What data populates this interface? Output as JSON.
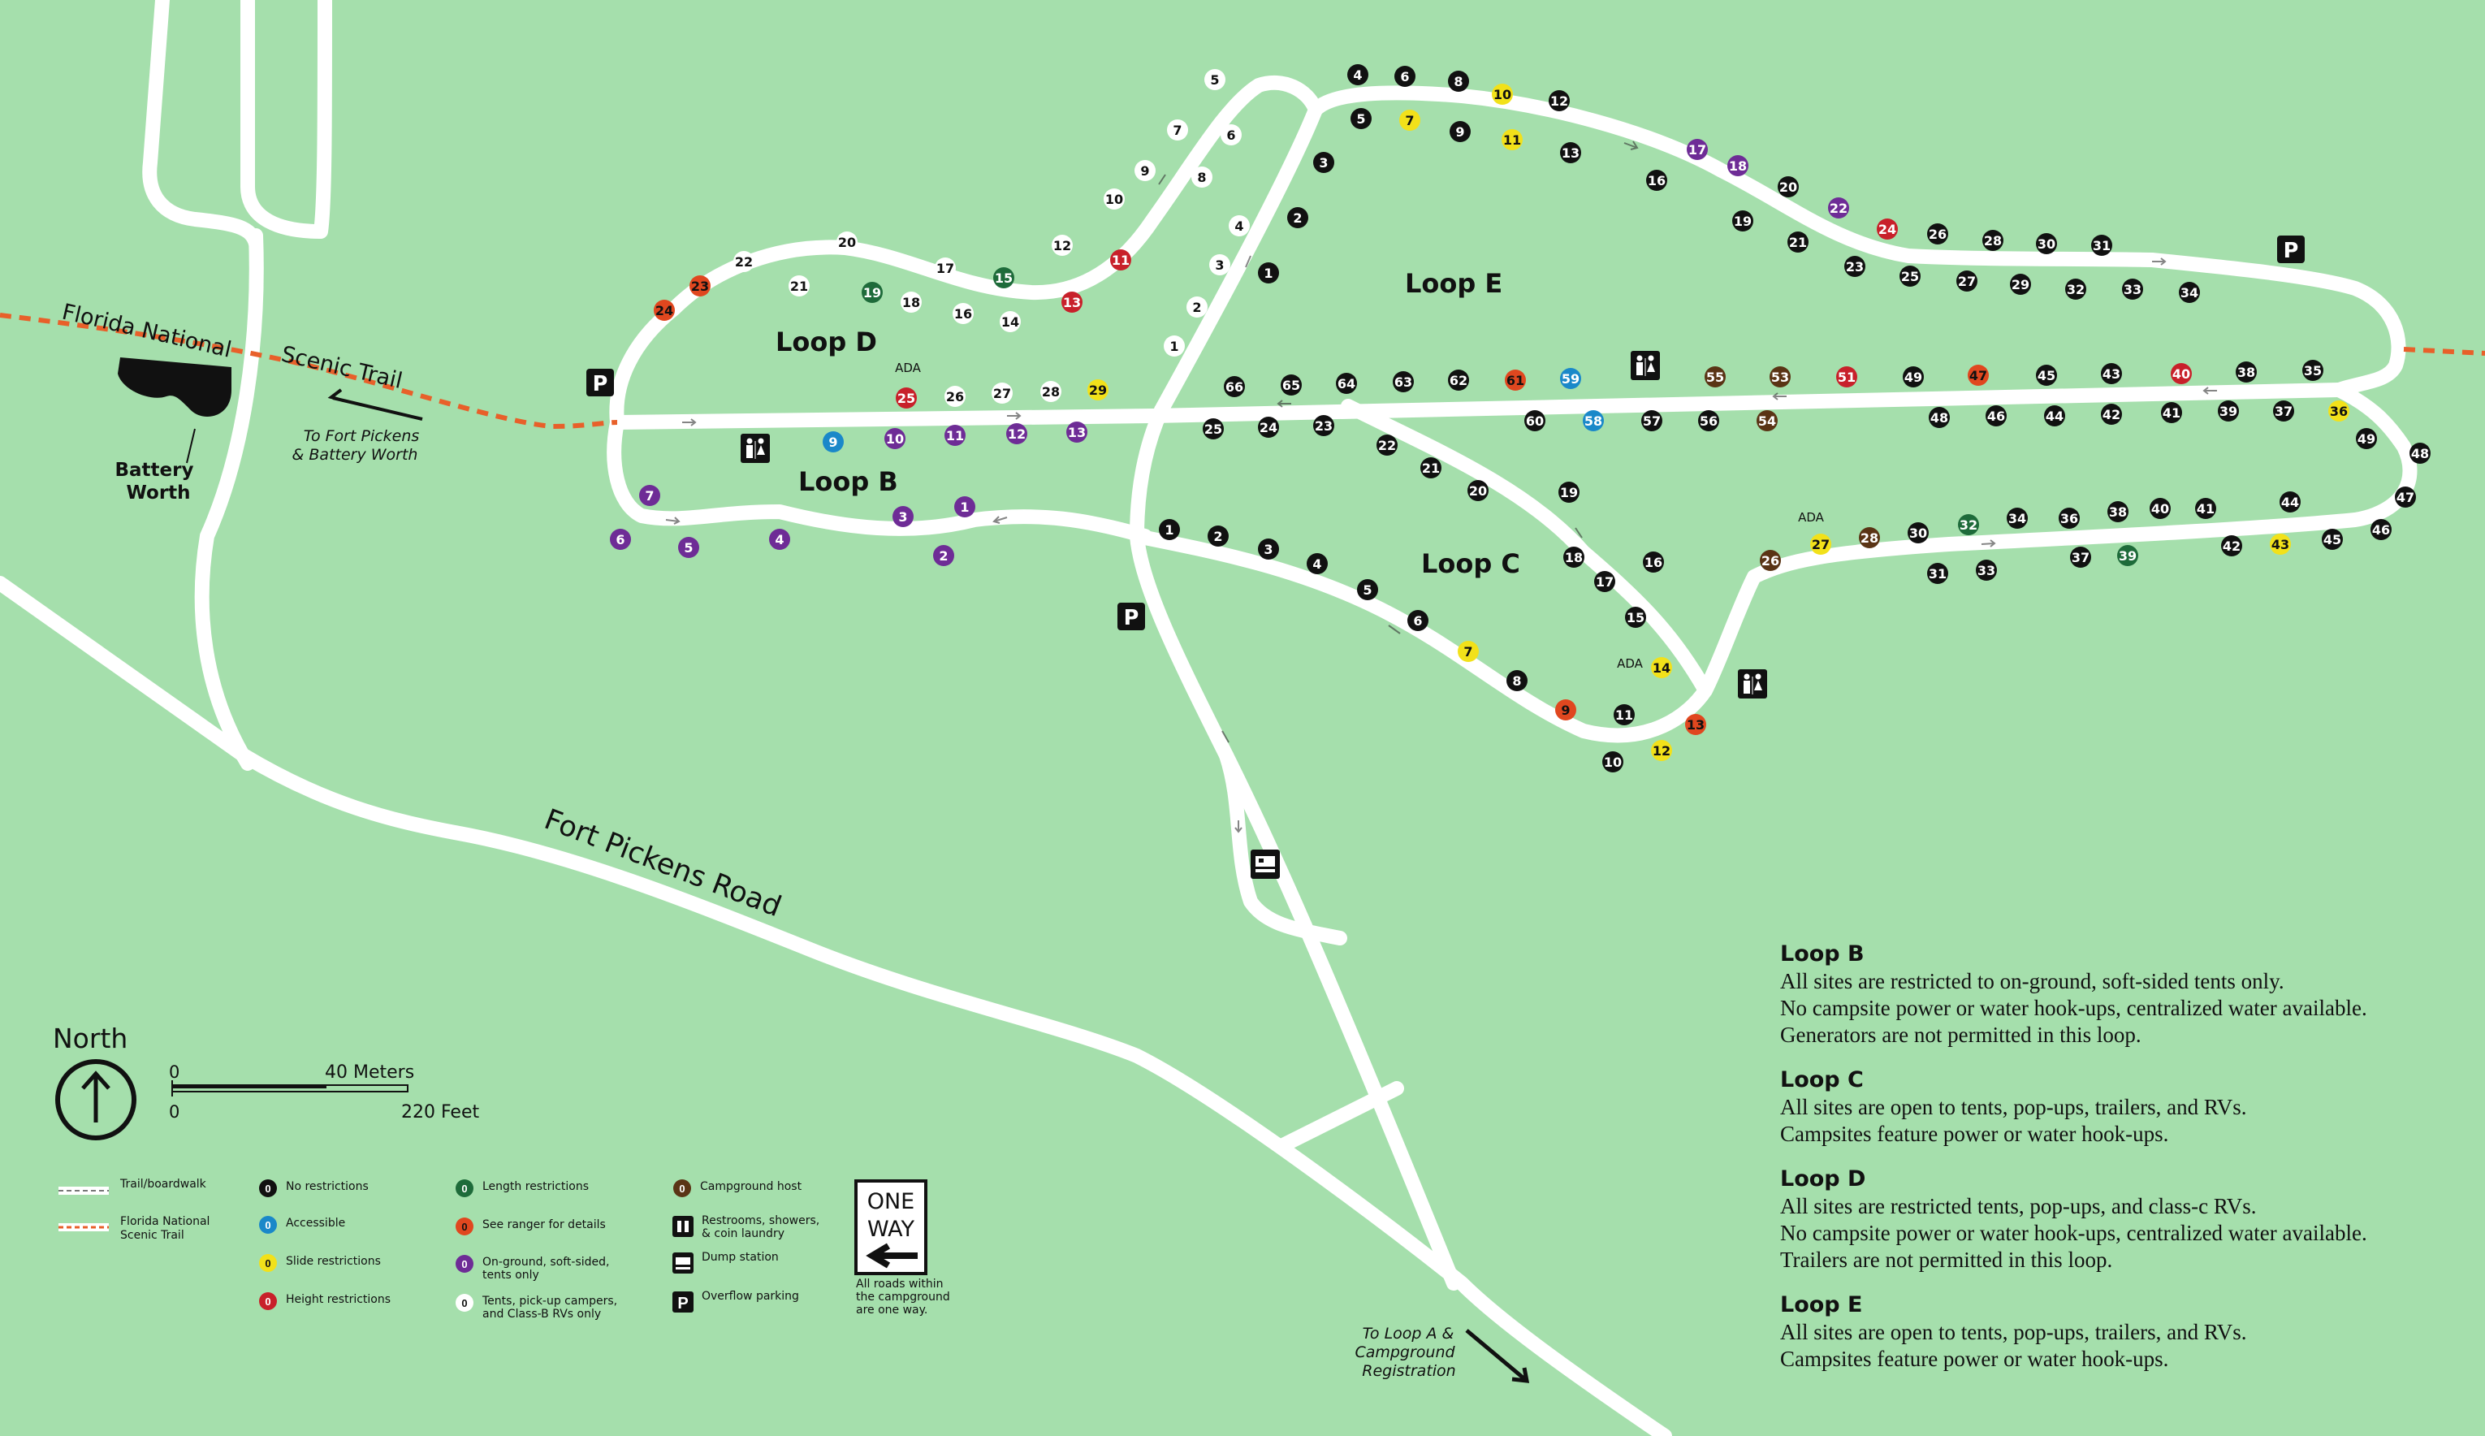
{
  "colors": {
    "background": "#a5dfac",
    "road": "#ffffff",
    "trail": "#e8602a",
    "none": "#111111",
    "accessible": "#1a88c9",
    "slide": "#f2e11a",
    "height": "#c8202a",
    "length": "#1e6b3a",
    "ranger": "#e0471f",
    "tent": "#6e2c96",
    "tentsRv": "#ffffff",
    "host": "#5a3415",
    "text": "#111111"
  },
  "labels": {
    "loop_d": "Loop D",
    "loop_b": "Loop B",
    "loop_e": "Loop E",
    "loop_c": "Loop C",
    "fnst_line1": "Florida National",
    "fnst_line2": "Scenic Trail",
    "battery_line1": "Battery",
    "battery_line2": "Worth",
    "to_fort_pickens_1": "To Fort Pickens",
    "to_fort_pickens_2": "& Battery Worth",
    "fort_pickens_road": "Fort Pickens Road",
    "to_loop_a_1": "To Loop A &",
    "to_loop_a_2": "Campground",
    "to_loop_a_3": "Registration",
    "ada": "ADA",
    "north": "North",
    "scale_zero": "0",
    "scale_meters": "40 Meters",
    "scale_feet": "220 Feet",
    "one_way_1": "ONE",
    "one_way_2": "WAY",
    "one_way_note_1": "All roads within",
    "one_way_note_2": "the campground",
    "one_way_note_3": "are one way.",
    "parking": "P"
  },
  "legend": {
    "trail": "Trail/boardwalk",
    "fnst_1": "Florida National",
    "fnst_2": "Scenic Trail",
    "sample": "0",
    "none": "No restrictions",
    "accessible": "Accessible",
    "slide": "Slide restrictions",
    "height": "Height restrictions",
    "length": "Length restrictions",
    "ranger": "See ranger for details",
    "tent_1": "On-ground, soft-sided,",
    "tent_2": "tents only",
    "tentsRv_1": "Tents, pick-up campers,",
    "tentsRv_2": "and Class-B RVs only",
    "host": "Campground host",
    "rest_1": "Restrooms, showers,",
    "rest_2": "& coin laundry",
    "dump": "Dump station",
    "overflow": "Overflow parking"
  },
  "info": [
    {
      "title": "Loop B",
      "lines": [
        "All sites are restricted to on-ground, soft-sided tents only.",
        "No campsite power or water hook-ups, centralized water available.",
        "Generators are not permitted in this loop."
      ]
    },
    {
      "title": "Loop C",
      "lines": [
        "All sites are open to tents, pop-ups, trailers, and RVs.",
        "Campsites feature power or water hook-ups."
      ]
    },
    {
      "title": "Loop D",
      "lines": [
        "All sites are restricted tents, pop-ups,  and class-c RVs.",
        "No campsite power or water hook-ups, centralized water available.",
        "Trailers are not permitted in this loop."
      ]
    },
    {
      "title": "Loop E",
      "lines": [
        "All sites are open to tents, pop-ups, trailers, and RVs.",
        "Campsites feature power or water hook-ups."
      ]
    }
  ],
  "sites": {
    "loop_d": [
      {
        "n": "5",
        "t": "tentsRv"
      },
      {
        "n": "7",
        "t": "tentsRv"
      },
      {
        "n": "6",
        "t": "tentsRv"
      },
      {
        "n": "9",
        "t": "tentsRv"
      },
      {
        "n": "8",
        "t": "tentsRv"
      },
      {
        "n": "10",
        "t": "tentsRv"
      },
      {
        "n": "12",
        "t": "tentsRv"
      },
      {
        "n": "11",
        "t": "height"
      },
      {
        "n": "13",
        "t": "height"
      },
      {
        "n": "4",
        "t": "tentsRv"
      },
      {
        "n": "3",
        "t": "tentsRv"
      },
      {
        "n": "2",
        "t": "tentsRv"
      },
      {
        "n": "1",
        "t": "tentsRv"
      },
      {
        "n": "20",
        "t": "tentsRv"
      },
      {
        "n": "22",
        "t": "tentsRv"
      },
      {
        "n": "23",
        "t": "ranger"
      },
      {
        "n": "24",
        "t": "ranger"
      },
      {
        "n": "21",
        "t": "tentsRv"
      },
      {
        "n": "19",
        "t": "length"
      },
      {
        "n": "18",
        "t": "tentsRv"
      },
      {
        "n": "17",
        "t": "tentsRv"
      },
      {
        "n": "15",
        "t": "length"
      },
      {
        "n": "16",
        "t": "tentsRv"
      },
      {
        "n": "14",
        "t": "tentsRv"
      },
      {
        "n": "25",
        "t": "height"
      },
      {
        "n": "26",
        "t": "tentsRv"
      },
      {
        "n": "27",
        "t": "tentsRv"
      },
      {
        "n": "28",
        "t": "tentsRv"
      },
      {
        "n": "29",
        "t": "slide"
      }
    ],
    "loop_b": [
      {
        "n": "9",
        "t": "accessible"
      },
      {
        "n": "10",
        "t": "tent"
      },
      {
        "n": "11",
        "t": "tent"
      },
      {
        "n": "12",
        "t": "tent"
      },
      {
        "n": "13",
        "t": "tent"
      },
      {
        "n": "7",
        "t": "tent"
      },
      {
        "n": "6",
        "t": "tent"
      },
      {
        "n": "5",
        "t": "tent"
      },
      {
        "n": "4",
        "t": "tent"
      },
      {
        "n": "3",
        "t": "tent"
      },
      {
        "n": "1",
        "t": "tent"
      },
      {
        "n": "2",
        "t": "tent"
      }
    ],
    "loop_e": [
      {
        "n": "4",
        "t": "none"
      },
      {
        "n": "6",
        "t": "none"
      },
      {
        "n": "8",
        "t": "none"
      },
      {
        "n": "10",
        "t": "slide"
      },
      {
        "n": "12",
        "t": "none"
      },
      {
        "n": "5",
        "t": "none"
      },
      {
        "n": "7",
        "t": "slide"
      },
      {
        "n": "9",
        "t": "none"
      },
      {
        "n": "11",
        "t": "slide"
      },
      {
        "n": "13",
        "t": "none"
      },
      {
        "n": "3",
        "t": "none"
      },
      {
        "n": "2",
        "t": "none"
      },
      {
        "n": "1",
        "t": "none"
      },
      {
        "n": "17",
        "t": "tent"
      },
      {
        "n": "18",
        "t": "tent"
      },
      {
        "n": "16",
        "t": "none"
      },
      {
        "n": "20",
        "t": "none"
      },
      {
        "n": "19",
        "t": "none"
      },
      {
        "n": "22",
        "t": "tent"
      },
      {
        "n": "21",
        "t": "none"
      },
      {
        "n": "24",
        "t": "height"
      },
      {
        "n": "26",
        "t": "none"
      },
      {
        "n": "28",
        "t": "none"
      },
      {
        "n": "30",
        "t": "none"
      },
      {
        "n": "31",
        "t": "none"
      },
      {
        "n": "23",
        "t": "none"
      },
      {
        "n": "25",
        "t": "none"
      },
      {
        "n": "27",
        "t": "none"
      },
      {
        "n": "29",
        "t": "none"
      },
      {
        "n": "32",
        "t": "none"
      },
      {
        "n": "33",
        "t": "none"
      },
      {
        "n": "34",
        "t": "none"
      },
      {
        "n": "66",
        "t": "none"
      },
      {
        "n": "65",
        "t": "none"
      },
      {
        "n": "64",
        "t": "none"
      },
      {
        "n": "63",
        "t": "none"
      },
      {
        "n": "62",
        "t": "none"
      },
      {
        "n": "61",
        "t": "ranger"
      },
      {
        "n": "59",
        "t": "accessible"
      },
      {
        "n": "55",
        "t": "host"
      },
      {
        "n": "53",
        "t": "host"
      },
      {
        "n": "51",
        "t": "height"
      },
      {
        "n": "49",
        "t": "none"
      },
      {
        "n": "47",
        "t": "ranger"
      },
      {
        "n": "45",
        "t": "none"
      },
      {
        "n": "43",
        "t": "none"
      },
      {
        "n": "40",
        "t": "height"
      },
      {
        "n": "38",
        "t": "none"
      },
      {
        "n": "35",
        "t": "none"
      }
    ],
    "loop_c": [
      {
        "n": "25",
        "t": "none"
      },
      {
        "n": "24",
        "t": "none"
      },
      {
        "n": "23",
        "t": "none"
      },
      {
        "n": "22",
        "t": "none"
      },
      {
        "n": "21",
        "t": "none"
      },
      {
        "n": "20",
        "t": "none"
      },
      {
        "n": "19",
        "t": "none"
      },
      {
        "n": "60",
        "t": "none"
      },
      {
        "n": "58",
        "t": "accessible"
      },
      {
        "n": "57",
        "t": "none"
      },
      {
        "n": "56",
        "t": "none"
      },
      {
        "n": "54",
        "t": "host"
      },
      {
        "n": "48",
        "t": "none"
      },
      {
        "n": "46",
        "t": "none"
      },
      {
        "n": "44",
        "t": "none"
      },
      {
        "n": "42",
        "t": "none"
      },
      {
        "n": "41",
        "t": "none"
      },
      {
        "n": "39",
        "t": "none"
      },
      {
        "n": "37",
        "t": "none"
      },
      {
        "n": "36",
        "t": "slide"
      },
      {
        "n": "49",
        "t": "none"
      },
      {
        "n": "48",
        "t": "none"
      },
      {
        "n": "47",
        "t": "none"
      },
      {
        "n": "46",
        "t": "none"
      },
      {
        "n": "45",
        "t": "none"
      },
      {
        "n": "44",
        "t": "none"
      },
      {
        "n": "43",
        "t": "slide"
      },
      {
        "n": "42",
        "t": "none"
      },
      {
        "n": "41",
        "t": "none"
      },
      {
        "n": "40",
        "t": "none"
      },
      {
        "n": "38",
        "t": "none"
      },
      {
        "n": "37",
        "t": "none"
      },
      {
        "n": "39",
        "t": "length"
      },
      {
        "n": "36",
        "t": "none"
      },
      {
        "n": "34",
        "t": "none"
      },
      {
        "n": "32",
        "t": "length"
      },
      {
        "n": "33",
        "t": "none"
      },
      {
        "n": "31",
        "t": "none"
      },
      {
        "n": "30",
        "t": "none"
      },
      {
        "n": "28",
        "t": "host"
      },
      {
        "n": "27",
        "t": "slide"
      },
      {
        "n": "26",
        "t": "host"
      },
      {
        "n": "1",
        "t": "none"
      },
      {
        "n": "2",
        "t": "none"
      },
      {
        "n": "3",
        "t": "none"
      },
      {
        "n": "4",
        "t": "none"
      },
      {
        "n": "5",
        "t": "none"
      },
      {
        "n": "6",
        "t": "none"
      },
      {
        "n": "7",
        "t": "slide"
      },
      {
        "n": "8",
        "t": "none"
      },
      {
        "n": "9",
        "t": "ranger"
      },
      {
        "n": "11",
        "t": "none"
      },
      {
        "n": "13",
        "t": "ranger"
      },
      {
        "n": "12",
        "t": "slide"
      },
      {
        "n": "10",
        "t": "none"
      },
      {
        "n": "14",
        "t": "slide"
      },
      {
        "n": "15",
        "t": "none"
      },
      {
        "n": "17",
        "t": "none"
      },
      {
        "n": "16",
        "t": "none"
      },
      {
        "n": "18",
        "t": "none"
      }
    ]
  }
}
